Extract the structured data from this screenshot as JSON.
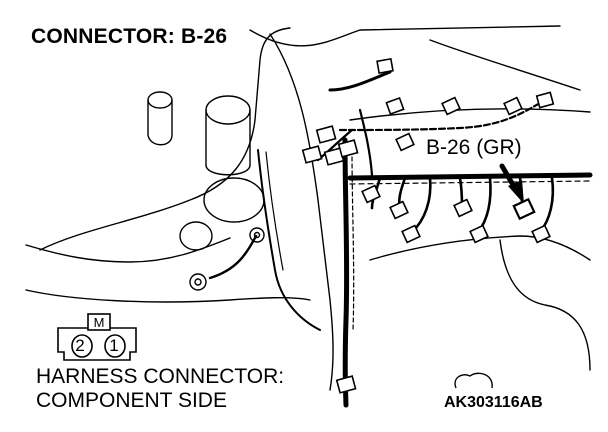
{
  "diagram": {
    "title": "CONNECTOR: B-26",
    "callout_label": "B-26 (GR)",
    "connector_key": "M",
    "pins": [
      "2",
      "1"
    ],
    "view_label_line1": "HARNESS CONNECTOR:",
    "view_label_line2": "COMPONENT SIDE",
    "figure_code": "AK303116AB"
  }
}
